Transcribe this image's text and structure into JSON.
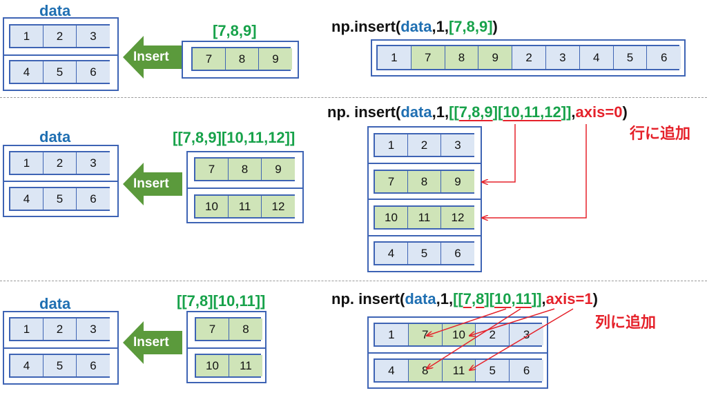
{
  "sections": [
    {
      "data_label": "data",
      "data_rows": [
        [
          "1",
          "2",
          "3"
        ],
        [
          "4",
          "5",
          "6"
        ]
      ],
      "insert_label": "Insert",
      "values_label": "[7,8,9]",
      "values_rows": [
        [
          "7",
          "8",
          "9"
        ]
      ],
      "code": {
        "fn": "np.insert(",
        "arr": "data",
        "c1": ",1,",
        "vals": "[7,8,9]",
        "close": ")"
      },
      "result_rows": [
        [
          "1",
          "7",
          "8",
          "9",
          "2",
          "3",
          "4",
          "5",
          "6"
        ]
      ]
    },
    {
      "data_label": "data",
      "data_rows": [
        [
          "1",
          "2",
          "3"
        ],
        [
          "4",
          "5",
          "6"
        ]
      ],
      "insert_label": "Insert",
      "values_label": "[[7,8,9][10,11,12]]",
      "values_rows": [
        [
          "7",
          "8",
          "9"
        ],
        [
          "10",
          "11",
          "12"
        ]
      ],
      "code": {
        "fn": "np. insert(",
        "arr": "data",
        "c1": ",1,",
        "v_open": "[[",
        "v_a": "7,8,9",
        "v_mid": "][",
        "v_b": "10,11,12",
        "v_close": "]]",
        "comma": ",",
        "axis": "axis=0",
        "close": ")"
      },
      "note": "行に追加",
      "result_rows": [
        [
          "1",
          "2",
          "3"
        ],
        [
          "7",
          "8",
          "9"
        ],
        [
          "10",
          "11",
          "12"
        ],
        [
          "4",
          "5",
          "6"
        ]
      ]
    },
    {
      "data_label": "data",
      "data_rows": [
        [
          "1",
          "2",
          "3"
        ],
        [
          "4",
          "5",
          "6"
        ]
      ],
      "insert_label": "Insert",
      "values_label": "[[7,8][10,11]]",
      "values_rows": [
        [
          "7",
          "8"
        ],
        [
          "10",
          "11"
        ]
      ],
      "code": {
        "fn": "np. insert(",
        "arr": "data",
        "c1": ",1,",
        "v_open": "[[",
        "v_a1": "7",
        "v_a_comma": ",",
        "v_a2": "8",
        "v_mid": "][",
        "v_b1": "10",
        "v_b_comma": ",",
        "v_b2": "11",
        "v_close": "]]",
        "comma": ",",
        "axis": "axis=1",
        "close": ")"
      },
      "note": "列に追加",
      "result_rows": [
        [
          "1",
          "7",
          "10",
          "2",
          "3"
        ],
        [
          "4",
          "8",
          "11",
          "5",
          "6"
        ]
      ]
    }
  ],
  "colors": {
    "frame": "#3d63b4",
    "cell_blue": "#dce6f4",
    "cell_green": "#cfe4b8",
    "arrow_green": "#5b9a3c",
    "label_blue": "#1f6fb2",
    "label_green": "#17a24a",
    "red": "#e5212a"
  },
  "icons": {
    "insert_arrow": "left-arrow-icon"
  }
}
